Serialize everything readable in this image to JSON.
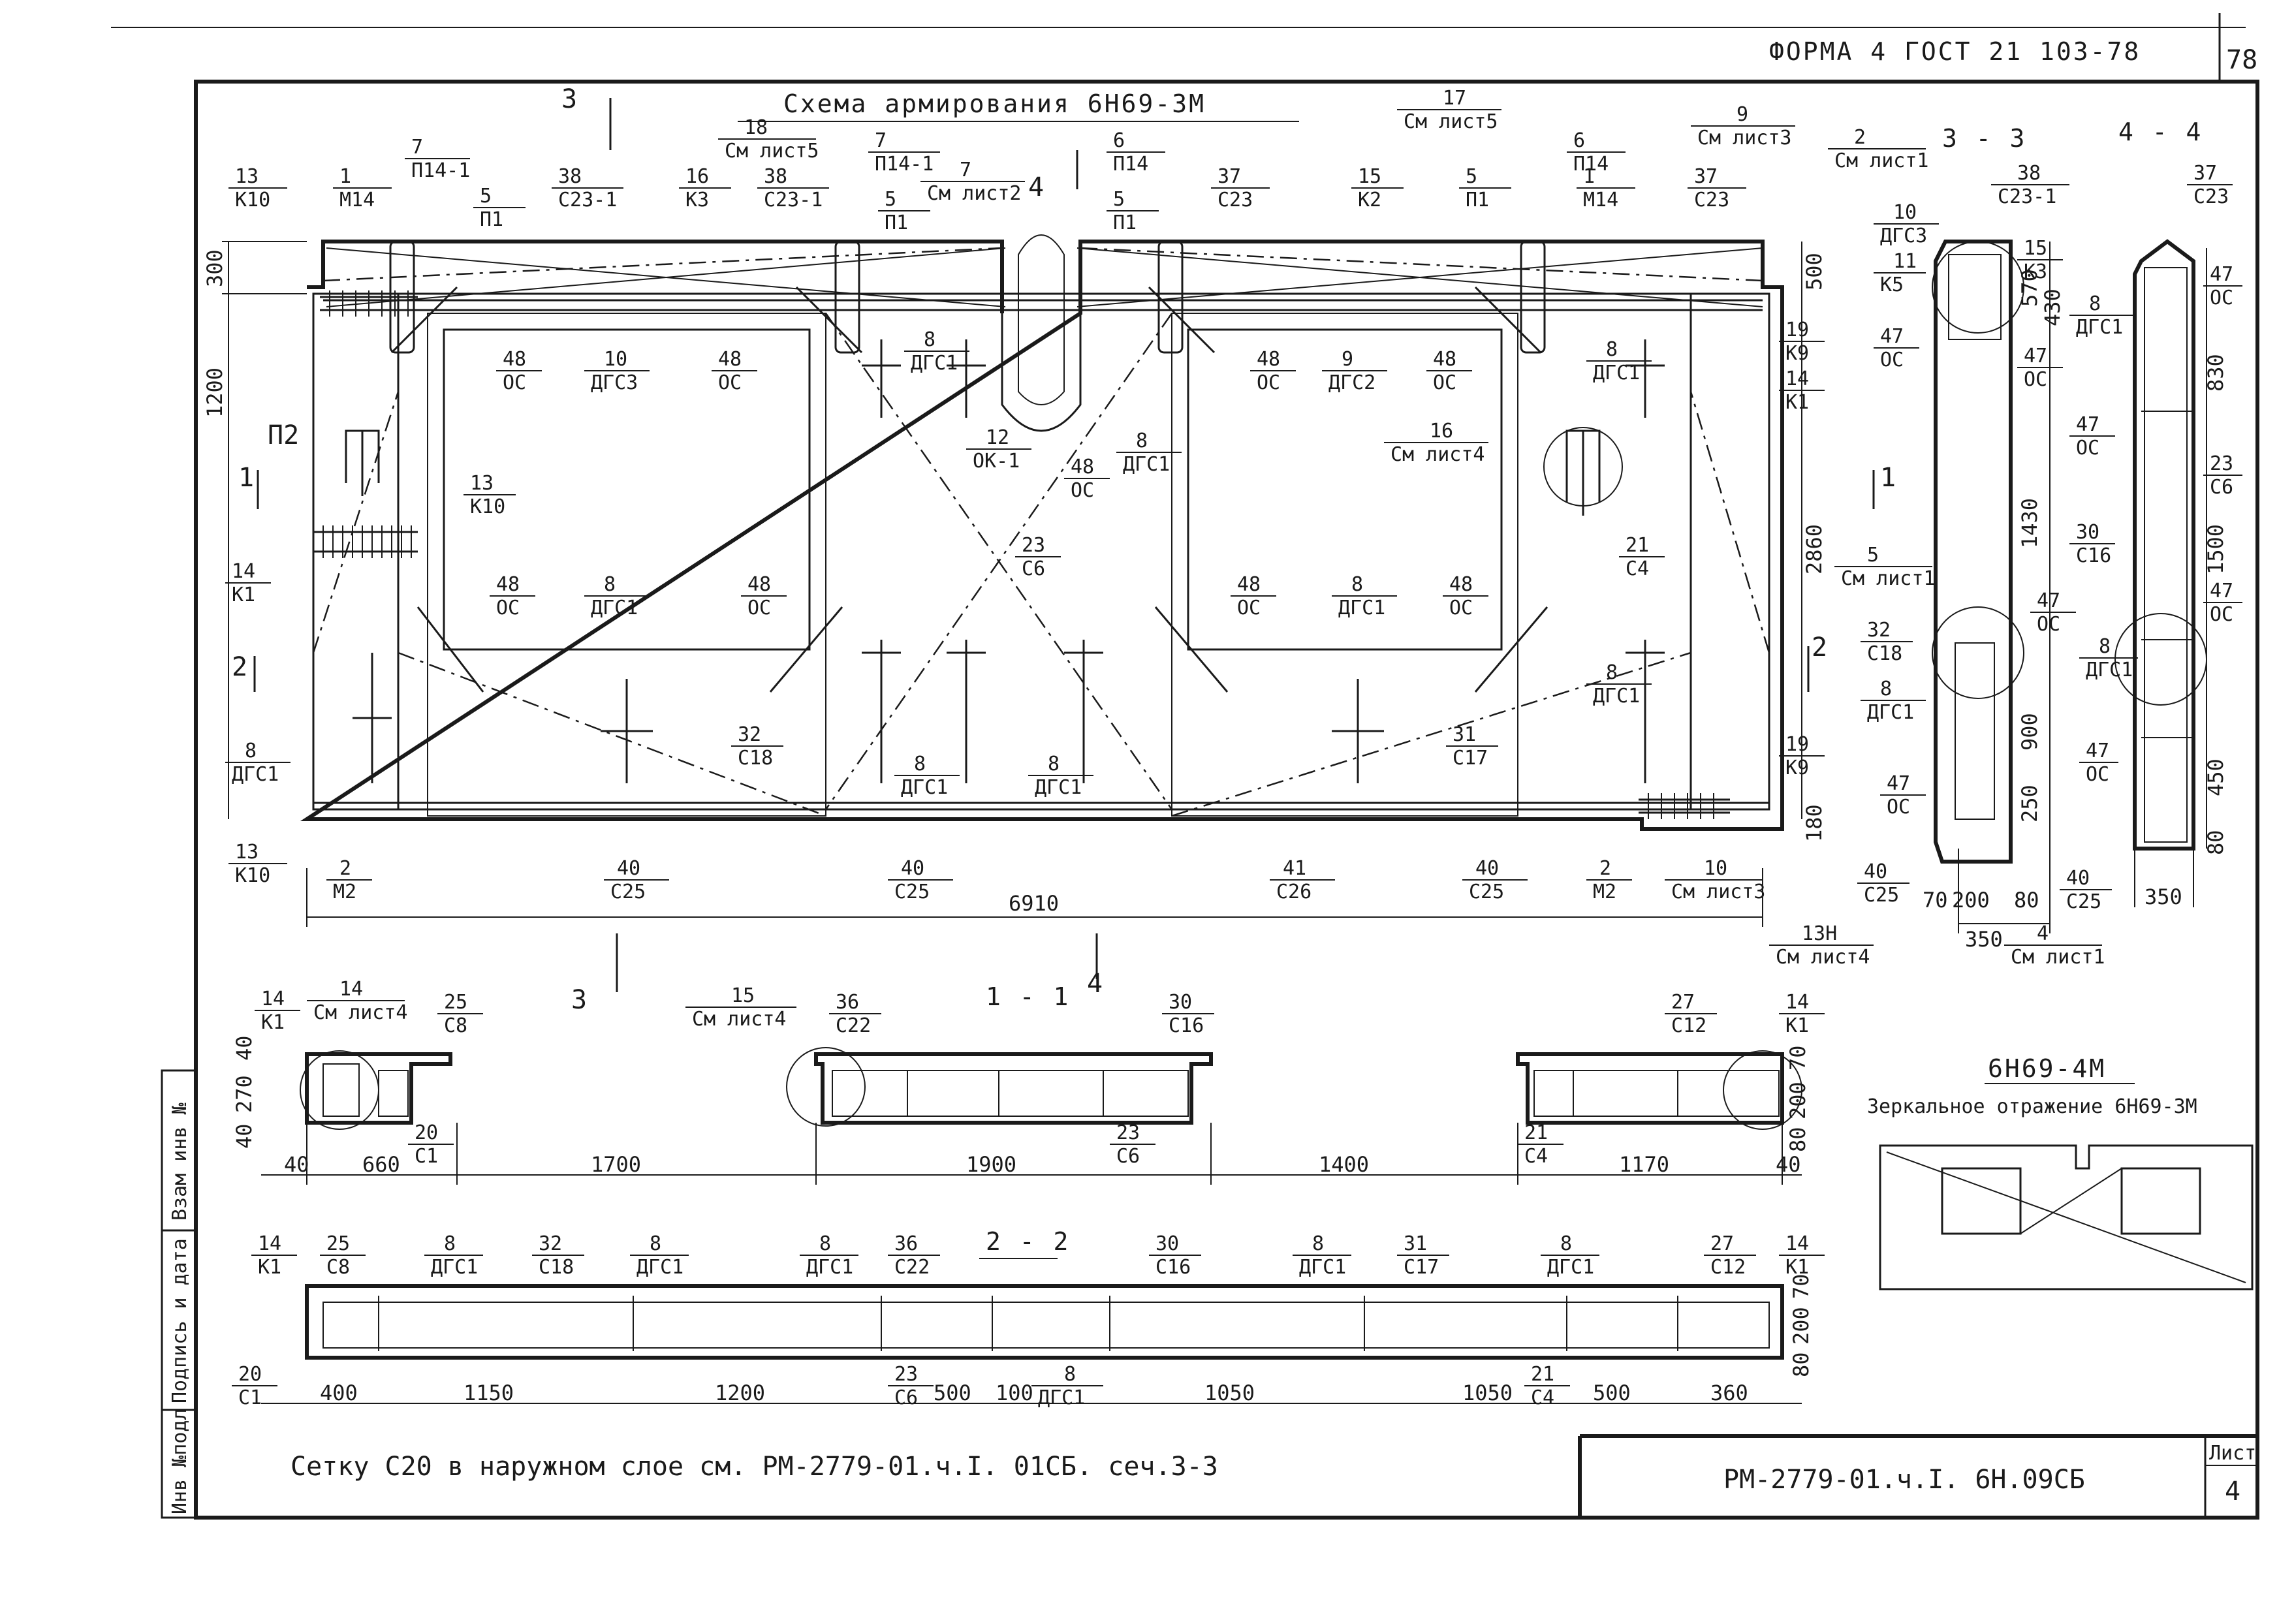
{
  "header": {
    "form": "ФОРМА 4 ГОСТ 21 103-78",
    "page_number": "78"
  },
  "main_title": "Схема армирования 6Н69-3М",
  "sections": {
    "s33": "3 - 3",
    "s44": "4 - 4",
    "s11": "1 - 1",
    "s22": "2 - 2"
  },
  "mirror": {
    "title": "6Н69-4М",
    "subtitle": "Зеркальное отражение 6Н69-3М"
  },
  "note": "Сетку С20 в наружном слое см. РМ-2779-01.ч.I. 01СБ. сеч.3-3",
  "stamp": {
    "code": "РМ-2779-01.ч.I. 6Н.09СБ",
    "sheet_label": "Лист",
    "sheet_number": "4"
  },
  "side_stamp": [
    "Инв №подл",
    "Подпись и дата",
    "Взам инв №"
  ],
  "plan_labels": [
    [
      "13",
      "К10"
    ],
    [
      "1",
      "М14"
    ],
    [
      "7",
      "П14-1"
    ],
    [
      "5",
      "П1"
    ],
    [
      "38",
      "С23-1"
    ],
    [
      "16",
      "К3"
    ],
    [
      "18",
      "См лист5"
    ],
    [
      "38",
      "С23-1"
    ],
    [
      "7",
      "П14-1"
    ],
    [
      "5",
      "П1"
    ],
    [
      "7",
      "См лист2"
    ],
    [
      "6",
      "П14"
    ],
    [
      "5",
      "П1"
    ],
    [
      "37",
      "С23"
    ],
    [
      "15",
      "К2"
    ],
    [
      "5",
      "П1"
    ],
    [
      "17",
      "См лист5"
    ],
    [
      "6",
      "П14"
    ],
    [
      "1",
      "М14"
    ],
    [
      "9",
      "См лист3"
    ],
    [
      "37",
      "С23"
    ],
    [
      "48",
      "ОС"
    ],
    [
      "10",
      "ДГС3"
    ],
    [
      "48",
      "ОС"
    ],
    [
      "8",
      "ДГС1"
    ],
    [
      "12",
      "ОК-1"
    ],
    [
      "48",
      "ОС"
    ],
    [
      "8",
      "ДГС1"
    ],
    [
      "48",
      "ОС"
    ],
    [
      "9",
      "ДГС2"
    ],
    [
      "48",
      "ОС"
    ],
    [
      "8",
      "ДГС1"
    ],
    [
      "19",
      "К9"
    ],
    [
      "14",
      "К1"
    ],
    [
      "13",
      "К10"
    ],
    [
      "16",
      "См лист4"
    ],
    [
      "23",
      "С6"
    ],
    [
      "21",
      "С4"
    ],
    [
      "14",
      "К1"
    ],
    [
      "48",
      "ОС"
    ],
    [
      "8",
      "ДГС1"
    ],
    [
      "48",
      "ОС"
    ],
    [
      "48",
      "ОС"
    ],
    [
      "8",
      "ДГС1"
    ],
    [
      "48",
      "ОС"
    ],
    [
      "8",
      "ДГС1"
    ],
    [
      "8",
      "ДГС1"
    ],
    [
      "32",
      "С18"
    ],
    [
      "8",
      "ДГС1"
    ],
    [
      "8",
      "ДГС1"
    ],
    [
      "31",
      "С17"
    ],
    [
      "19",
      "К9"
    ],
    [
      "13",
      "К10"
    ],
    [
      "2",
      "М2"
    ],
    [
      "40",
      "С25"
    ],
    [
      "40",
      "С25"
    ],
    [
      "41",
      "С26"
    ],
    [
      "40",
      "С25"
    ],
    [
      "2",
      "М2"
    ],
    [
      "10",
      "См лист3"
    ]
  ],
  "plan_dims": {
    "width": "6910",
    "h1": "300",
    "h2": "1200",
    "h3": "500",
    "h4": "2860",
    "h5": "180"
  },
  "side_marks": {
    "p2": "П2",
    "one": "1",
    "two": "2",
    "three": "3",
    "four": "4"
  },
  "s33_labels": [
    [
      "2",
      "См лист1"
    ],
    [
      "38",
      "С23-1"
    ],
    [
      "10",
      "ДГС3"
    ],
    [
      "11",
      "К5"
    ],
    [
      "15",
      "К3"
    ],
    [
      "47",
      "ОС"
    ],
    [
      "47",
      "ОС"
    ],
    [
      "5",
      "См лист1"
    ],
    [
      "32",
      "С18"
    ],
    [
      "8",
      "ДГС1"
    ],
    [
      "47",
      "ОС"
    ],
    [
      "47",
      "ОС"
    ],
    [
      "40",
      "С25"
    ],
    [
      "4",
      "См лист1"
    ]
  ],
  "s33_dims": [
    "1430",
    "570",
    "430",
    "900",
    "250",
    "70",
    "200",
    "80",
    "350"
  ],
  "s44_labels": [
    [
      "37",
      "С23"
    ],
    [
      "8",
      "ДГС1"
    ],
    [
      "47",
      "ОС"
    ],
    [
      "47",
      "ОС"
    ],
    [
      "23",
      "С6"
    ],
    [
      "30",
      "С16"
    ],
    [
      "47",
      "ОС"
    ],
    [
      "8",
      "ДГС1"
    ],
    [
      "47",
      "ОС"
    ],
    [
      "40",
      "С25"
    ]
  ],
  "s44_dims": [
    "830",
    "1500",
    "450",
    "80",
    "350"
  ],
  "s11_labels": [
    [
      "14",
      "К1"
    ],
    [
      "14",
      "См лист4"
    ],
    [
      "25",
      "С8"
    ],
    [
      "15",
      "См лист4"
    ],
    [
      "36",
      "С22"
    ],
    [
      "30",
      "С16"
    ],
    [
      "27",
      "С12"
    ],
    [
      "13Н",
      "См лист4"
    ],
    [
      "14",
      "К1"
    ],
    [
      "20",
      "С1"
    ],
    [
      "23",
      "С6"
    ],
    [
      "21",
      "С4"
    ]
  ],
  "s11_dims": [
    "40",
    "660",
    "1700",
    "1900",
    "1400",
    "1170",
    "40",
    "40",
    "270",
    "40",
    "70",
    "200",
    "80"
  ],
  "s22_labels": [
    [
      "14",
      "К1"
    ],
    [
      "25",
      "С8"
    ],
    [
      "8",
      "ДГС1"
    ],
    [
      "32",
      "С18"
    ],
    [
      "8",
      "ДГС1"
    ],
    [
      "8",
      "ДГС1"
    ],
    [
      "36",
      "С22"
    ],
    [
      "30",
      "С16"
    ],
    [
      "8",
      "ДГС1"
    ],
    [
      "31",
      "С17"
    ],
    [
      "8",
      "ДГС1"
    ],
    [
      "27",
      "С12"
    ],
    [
      "14",
      "К1"
    ],
    [
      "20",
      "С1"
    ],
    [
      "23",
      "С6"
    ],
    [
      "8",
      "ДГС1"
    ],
    [
      "21",
      "С4"
    ]
  ],
  "s22_dims": [
    "400",
    "1150",
    "1200",
    "500",
    "100",
    "1050",
    "1050",
    "500",
    "360",
    "70",
    "200",
    "80"
  ]
}
